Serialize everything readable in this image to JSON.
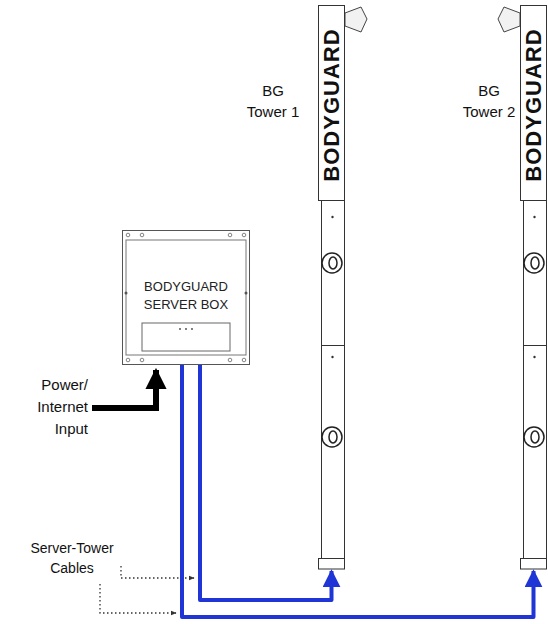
{
  "diagram": {
    "nodes": [
      {
        "text": [
          "BODYGUARD SERVER BOX"
        ]
      },
      {
        "text": [
          "BG Tower 1",
          "BODYGUARD"
        ]
      },
      {
        "text": [
          "BG Tower 2",
          "BODYGUARD"
        ]
      }
    ],
    "edges": [
      {
        "from": 0,
        "to": 1,
        "arrow": "to"
      },
      {
        "from": 0,
        "to": 2,
        "arrow": "to"
      }
    ],
    "labels": [
      "Power/ Internet Input",
      "Server-Tower Cables"
    ]
  }
}
